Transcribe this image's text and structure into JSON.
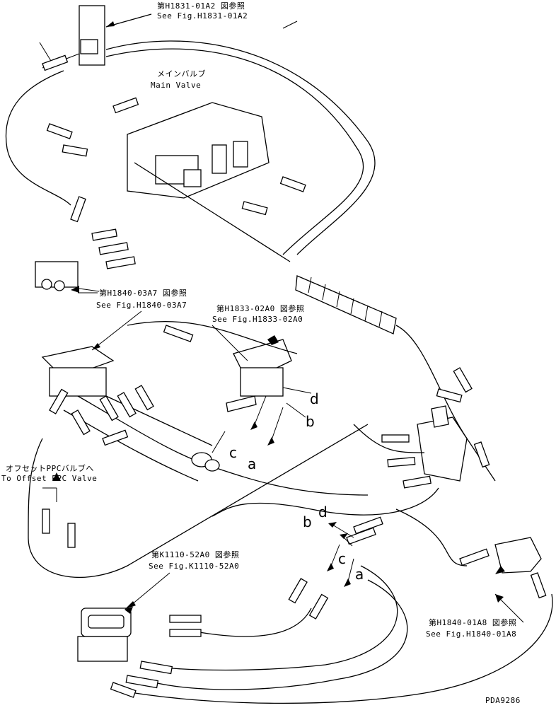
{
  "refs": {
    "h1831": {
      "jp": "第H1831-01A2 図参照",
      "en": "See Fig.H1831-01A2"
    },
    "main_valve": {
      "jp": "メインバルブ",
      "en": "Main Valve"
    },
    "h1840_03a7": {
      "jp": "第H1840-03A7 図参照",
      "en": "See Fig.H1840-03A7"
    },
    "h1833": {
      "jp": "第H1833-02A0 図参照",
      "en": "See Fig.H1833-02A0"
    },
    "offset_ppc": {
      "jp": "オフセットPPCバルブへ",
      "en": "To Offset PPC Valve"
    },
    "k1110": {
      "jp": "第K1110-52A0 図参照",
      "en": "See Fig.K1110-52A0"
    },
    "h1840_01a8": {
      "jp": "第H1840-01A8 図参照",
      "en": "See Fig.H1840-01A8"
    }
  },
  "letters": {
    "d1": "d",
    "b1": "b",
    "c1": "c",
    "a1": "a",
    "b2": "b",
    "d2": "d",
    "c2": "c",
    "a2": "a"
  },
  "drawing_no": "PDA9286"
}
